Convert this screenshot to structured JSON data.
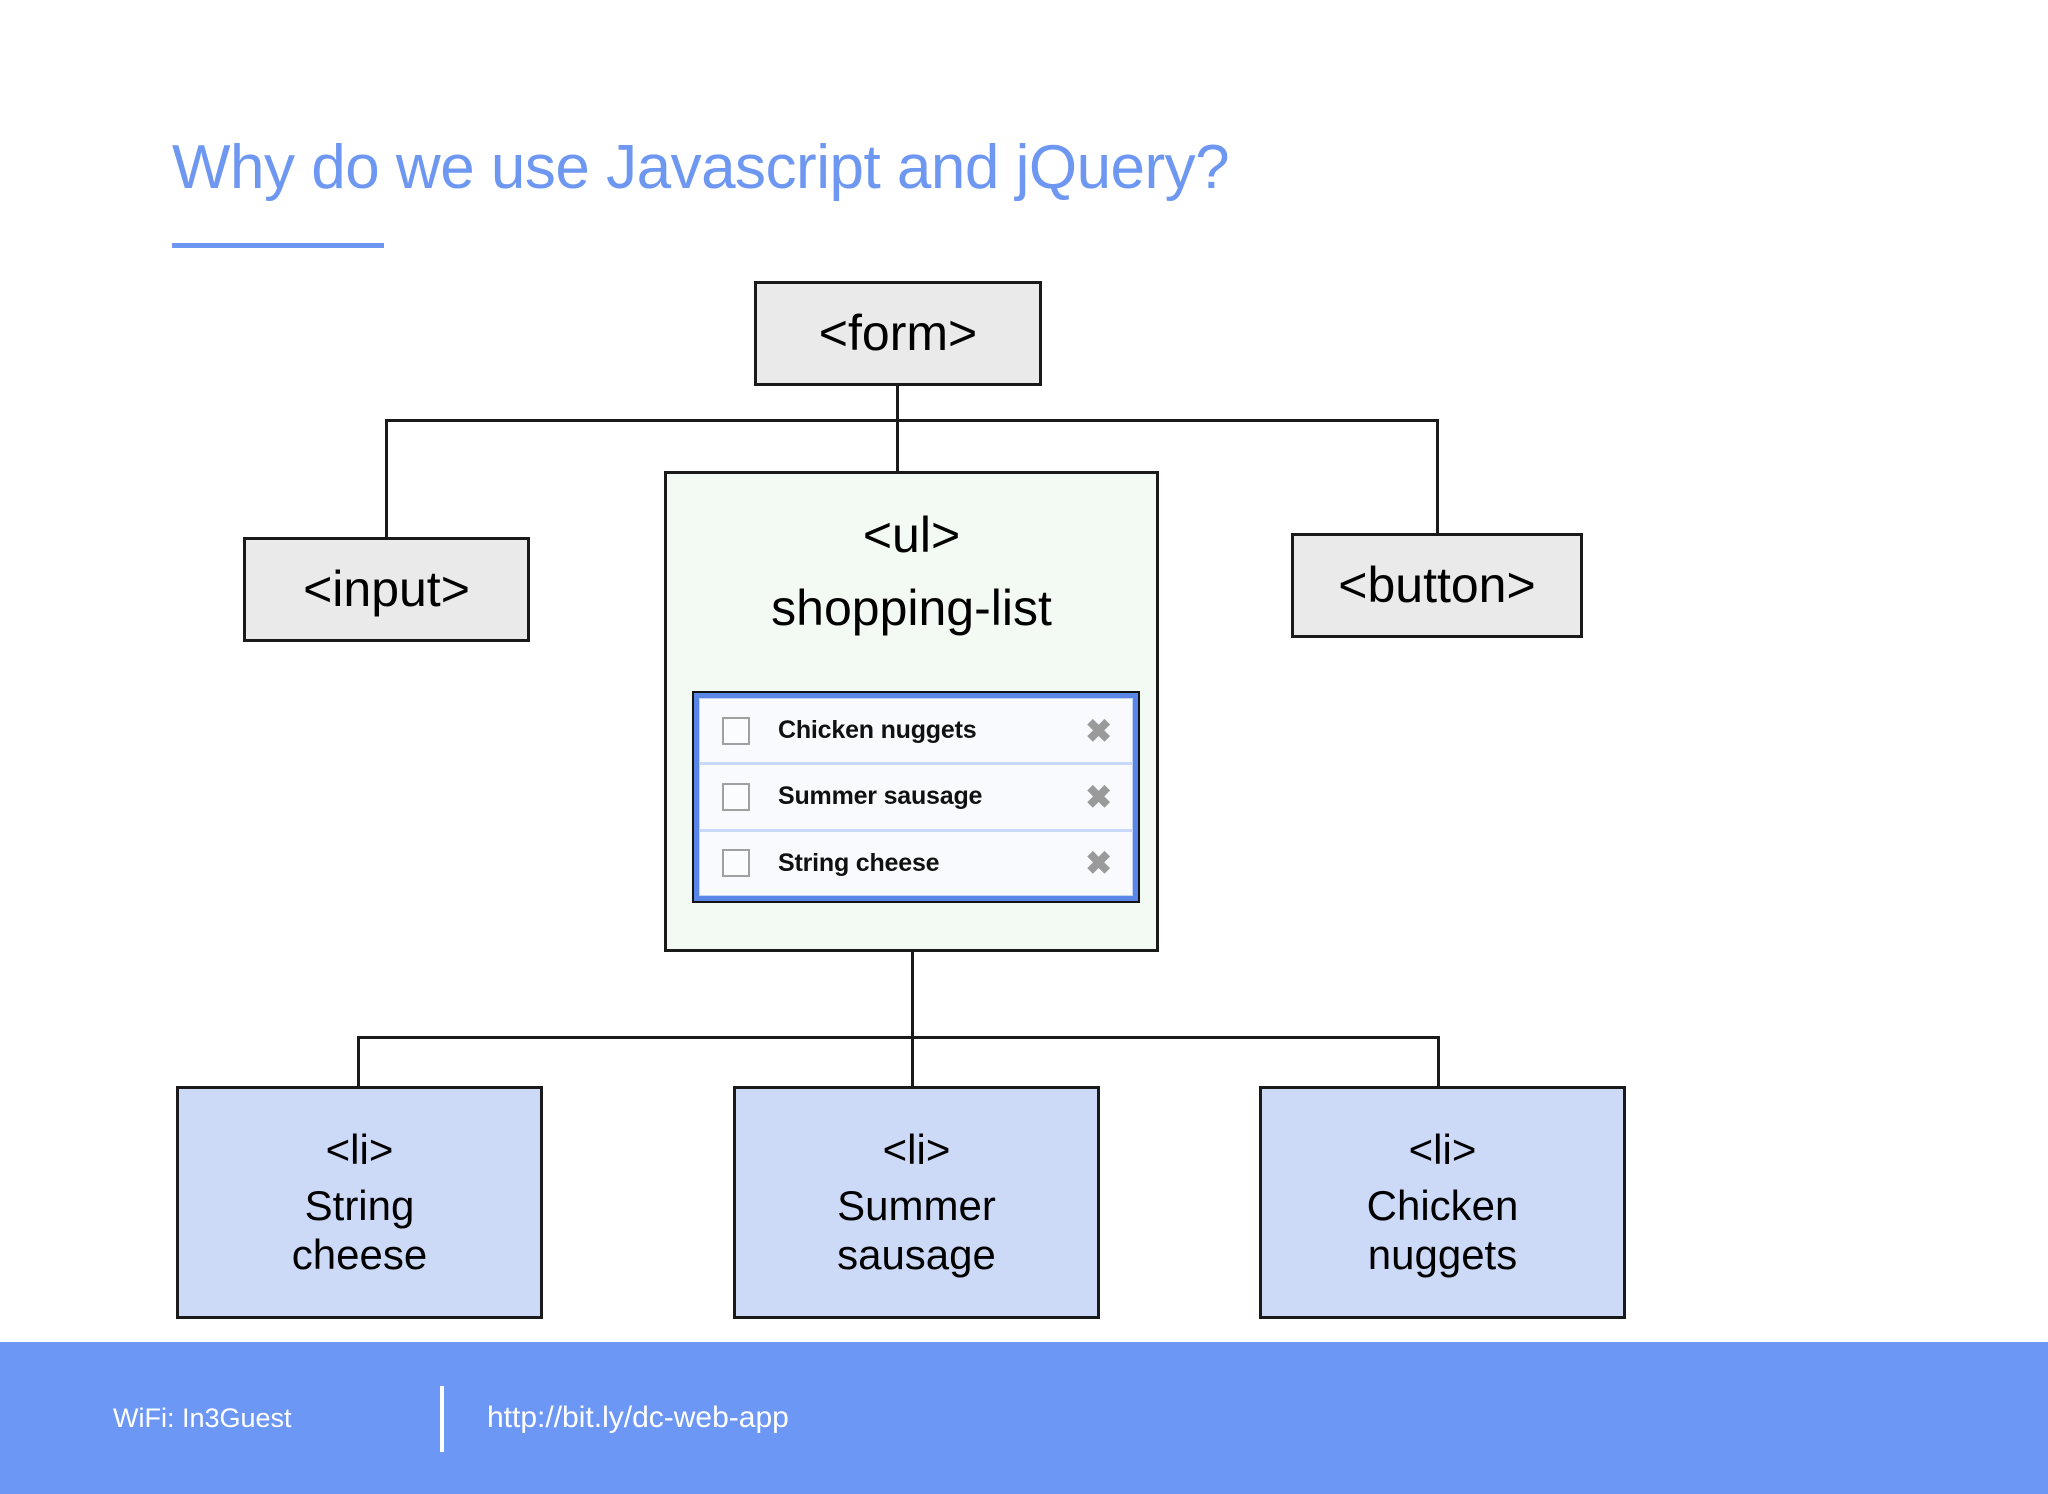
{
  "slide": {
    "title": "Why do we use Javascript and jQuery?",
    "accent_color": "#6d97f0"
  },
  "diagram": {
    "type": "dom-tree",
    "nodes": {
      "form": {
        "label": "<form>",
        "fill": "#eaeaea"
      },
      "input": {
        "label": "<input>",
        "fill": "#eaeaea"
      },
      "button": {
        "label": "<button>",
        "fill": "#eaeaea"
      },
      "ul": {
        "tag": "<ul>",
        "name": "shopping-list",
        "fill": "#f3faf3"
      }
    },
    "li_nodes": [
      {
        "tag": "<li>",
        "line1": "String",
        "line2": "cheese",
        "fill": "#ccd9f7"
      },
      {
        "tag": "<li>",
        "line1": "Summer",
        "line2": "sausage",
        "fill": "#ccd9f7"
      },
      {
        "tag": "<li>",
        "line1": "Chicken",
        "line2": "nuggets",
        "fill": "#ccd9f7"
      }
    ]
  },
  "shopping_list_widget": {
    "border_color": "#5a86e8",
    "delete_icon": "✖",
    "items": [
      {
        "label": "Chicken nuggets",
        "checked": false
      },
      {
        "label": "Summer sausage",
        "checked": false
      },
      {
        "label": "String cheese",
        "checked": false
      }
    ]
  },
  "footer": {
    "background": "#6d97f5",
    "wifi": "WiFi: In3Guest",
    "url": "http://bit.ly/dc-web-app"
  }
}
